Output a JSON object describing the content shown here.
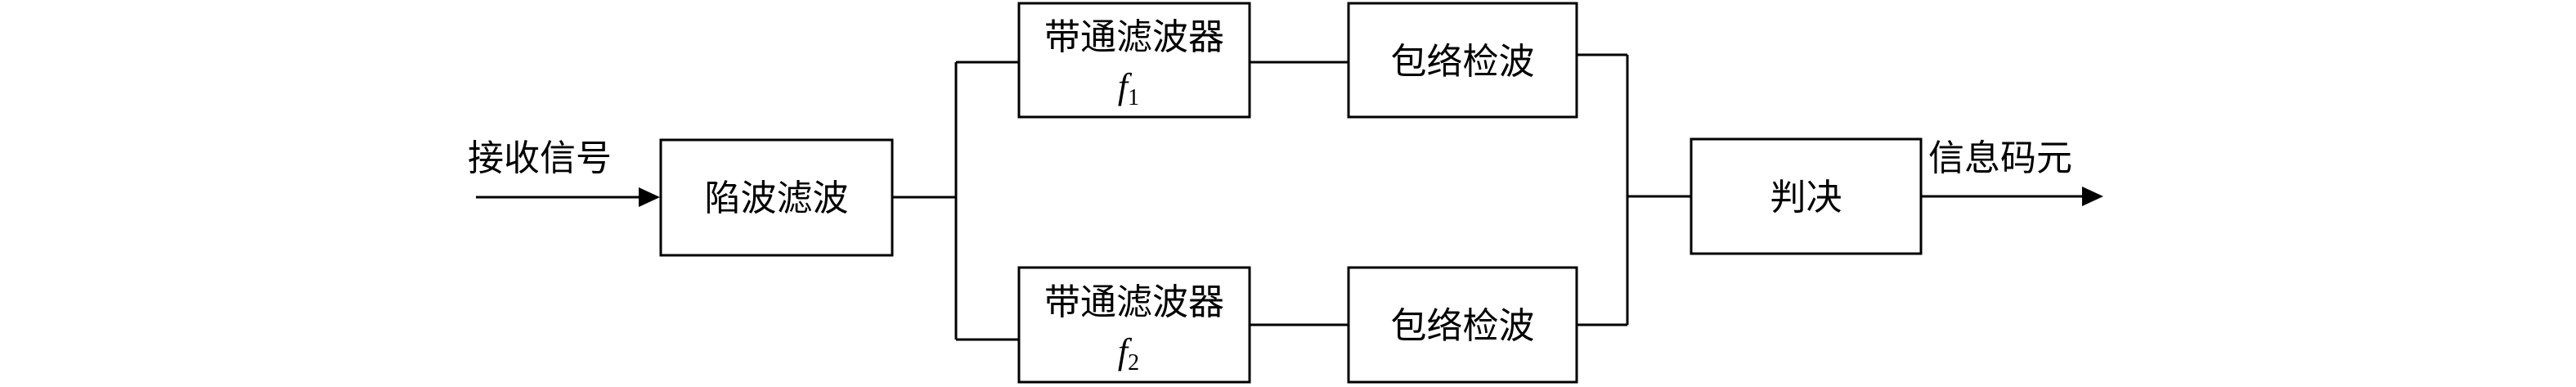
{
  "diagram": {
    "input_label": "接收信号",
    "output_label": "信息码元",
    "notch_filter": "陷波滤波",
    "bandpass_filter_1": {
      "label": "带通滤波器",
      "freq_symbol": "f",
      "freq_index": "1"
    },
    "bandpass_filter_2": {
      "label": "带通滤波器",
      "freq_symbol": "f",
      "freq_index": "2"
    },
    "envelope_detector_1": "包络检波",
    "envelope_detector_2": "包络检波",
    "decision": "判决"
  }
}
